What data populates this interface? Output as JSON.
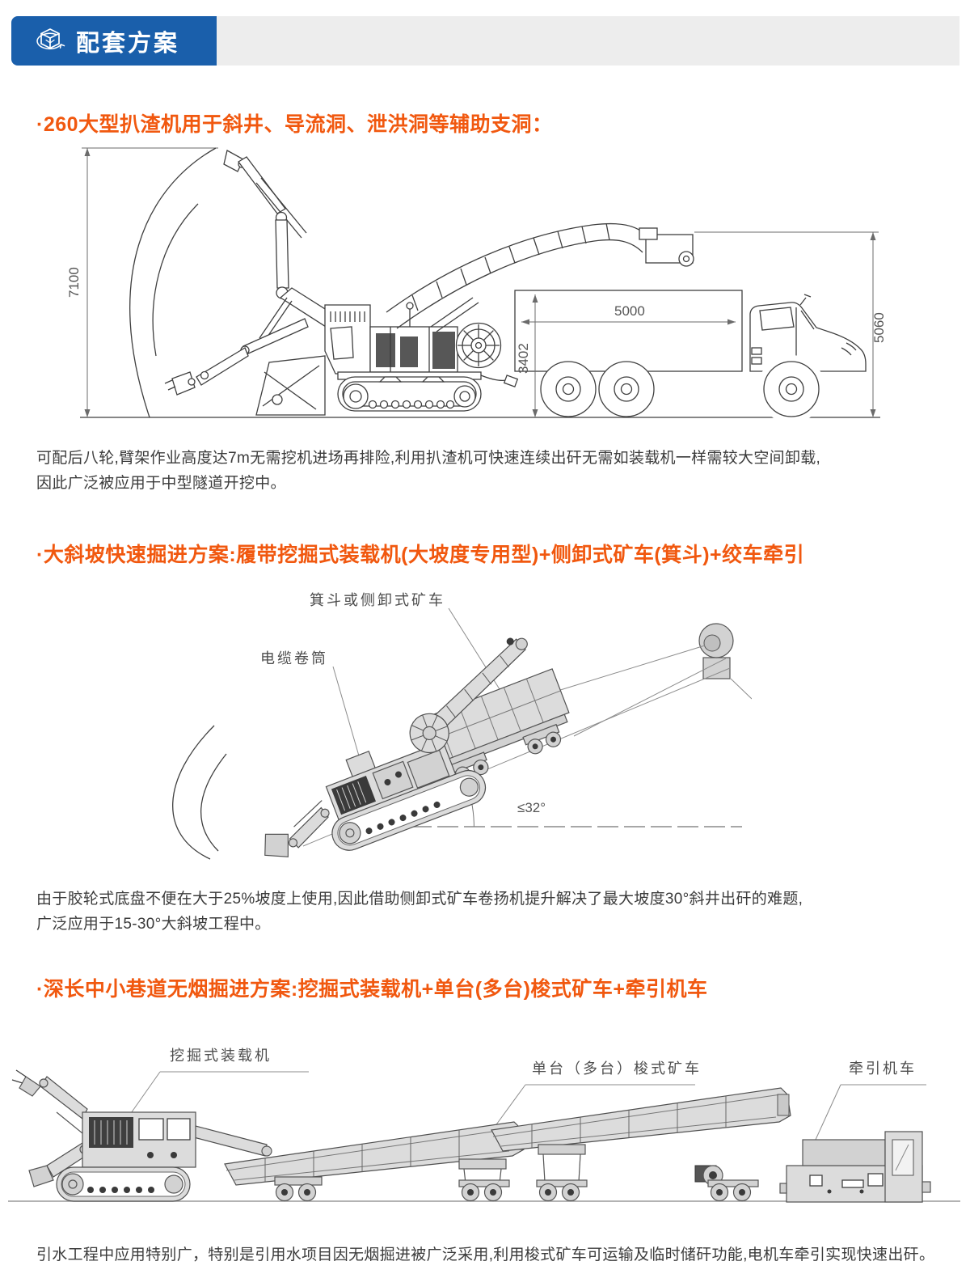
{
  "header": {
    "badge_label": "配套方案",
    "badge_color": "#1A5FAB",
    "strip_color": "#EDEDED"
  },
  "accent_orange": "#F1580F",
  "sections": [
    {
      "heading": "·260大型扒渣机用于斜井、导流洞、泄洪洞等辅助支洞：",
      "figure": {
        "dim_reach_height": "7100",
        "dim_bed_length": "5000",
        "dim_bed_height": "3402",
        "dim_overall_height": "5060"
      },
      "paragraph_lines": [
        "可配后八轮,臂架作业高度达7m无需挖机进场再排险,利用扒渣机可快速连续出矸无需如装载机一样需较大空间卸载,",
        "因此广泛被应用于中型隧道开挖中。"
      ]
    },
    {
      "heading": "·大斜坡快速掘进方案:履带挖掘式装载机(大坡度专用型)+侧卸式矿车(箕斗)+绞车牵引",
      "figure": {
        "label_car": "箕斗或侧卸式矿车",
        "label_reel": "电缆卷筒",
        "label_angle": "≤32°"
      },
      "paragraph_lines": [
        "由于胶轮式底盘不便在大于25%坡度上使用,因此借助侧卸式矿车卷扬机提升解决了最大坡度30°斜井出矸的难题,",
        "广泛应用于15-30°大斜坡工程中。"
      ]
    },
    {
      "heading": "·深长中小巷道无烟掘进方案:挖掘式装载机+单台(多台)梭式矿车+牵引机车",
      "figure": {
        "label_loader": "挖掘式装载机",
        "label_shuttle": "单台（多台）梭式矿车",
        "label_locomotive": "牵引机车"
      },
      "paragraph_lines": [
        "引水工程中应用特别广，特别是引用水项目因无烟掘进被广泛采用,利用梭式矿车可运输及临时储矸功能,电机车牵引实现快速出矸。"
      ]
    }
  ]
}
